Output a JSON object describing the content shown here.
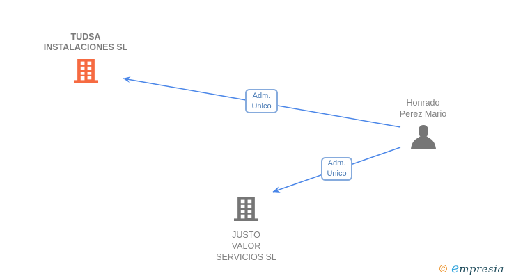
{
  "diagram": {
    "nodes": {
      "tudsa": {
        "type": "company",
        "icon": "building-icon",
        "icon_color": "#f66a41",
        "name_line1": "TUDSA",
        "name_line2": "INSTALACIONES SL"
      },
      "honrado": {
        "type": "person",
        "icon": "person-icon",
        "icon_color": "#767676",
        "name_line1": "Honrado",
        "name_line2": "Perez Mario"
      },
      "justo": {
        "type": "company",
        "icon": "building-icon",
        "icon_color": "#767676",
        "name_line1": "JUSTO",
        "name_line2": "VALOR",
        "name_line3": "SERVICIOS SL"
      }
    },
    "edges": {
      "edge1": {
        "from": "Honrado Perez Mario",
        "to": "TUDSA INSTALACIONES SL",
        "label_line1": "Adm.",
        "label_line2": "Unico"
      },
      "edge2": {
        "from": "Honrado Perez Mario",
        "to": "JUSTO VALOR SERVICIOS SL",
        "label_line1": "Adm.",
        "label_line2": "Unico"
      }
    }
  },
  "colors": {
    "edge_blue": "#4a86e8",
    "edge_label_text": "#4779b4",
    "edge_label_border": "#86abdd",
    "company_accent_orange": "#f66a41",
    "entity_gray": "#767676",
    "label_gray": "#828282",
    "logo_orange": "#e8820c",
    "logo_blue": "#2fa3dc",
    "logo_dark": "#1d4a5a"
  },
  "watermark": {
    "copyright_symbol": "©",
    "brand_initial": "e",
    "brand_rest": "mpresia"
  }
}
